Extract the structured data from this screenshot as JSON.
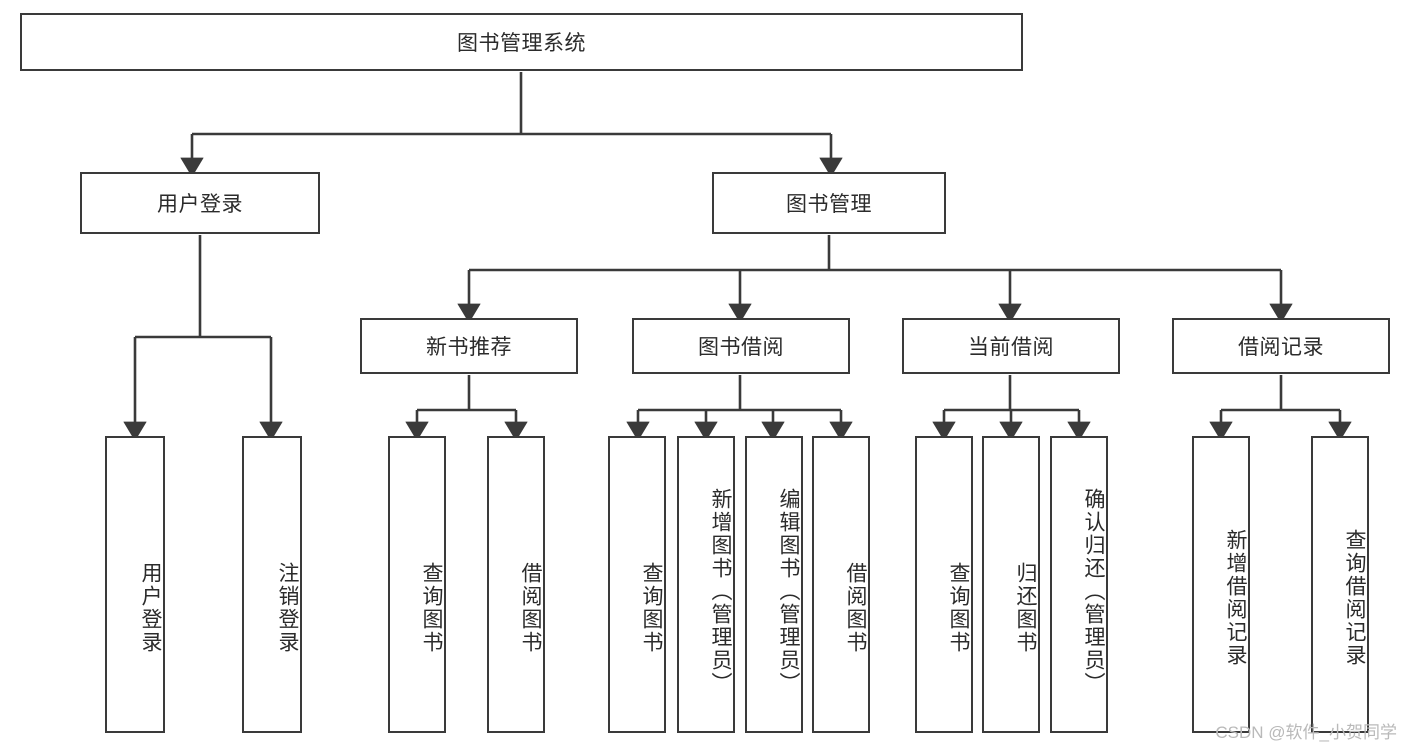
{
  "diagram": {
    "title": "图书管理系统",
    "type": "tree-hierarchy",
    "root": {
      "label": "图书管理系统"
    },
    "level2": [
      {
        "label": "用户登录"
      },
      {
        "label": "图书管理"
      }
    ],
    "level3": [
      {
        "label": "新书推荐"
      },
      {
        "label": "图书借阅"
      },
      {
        "label": "当前借阅"
      },
      {
        "label": "借阅记录"
      }
    ],
    "leaves": {
      "user_login": [
        {
          "label": "用户登录"
        },
        {
          "label": "注销登录"
        }
      ],
      "new_book_recommend": [
        {
          "label": "查询图书"
        },
        {
          "label": "借阅图书"
        }
      ],
      "book_borrow": [
        {
          "label": "查询图书"
        },
        {
          "label": "新增图书（管理员）"
        },
        {
          "label": "编辑图书（管理员）"
        },
        {
          "label": "借阅图书"
        }
      ],
      "current_borrow": [
        {
          "label": "查询图书"
        },
        {
          "label": "归还图书"
        },
        {
          "label": "确认归还（管理员）"
        }
      ],
      "borrow_record": [
        {
          "label": "新增借阅记录"
        },
        {
          "label": "查询借阅记录"
        }
      ]
    }
  },
  "watermark": {
    "text": "CSDN @软件_小贺同学"
  },
  "colors": {
    "box_border": "#3a3a3a",
    "text": "#2b2b2b",
    "background": "#ffffff",
    "watermark": "#b9b9b9"
  }
}
